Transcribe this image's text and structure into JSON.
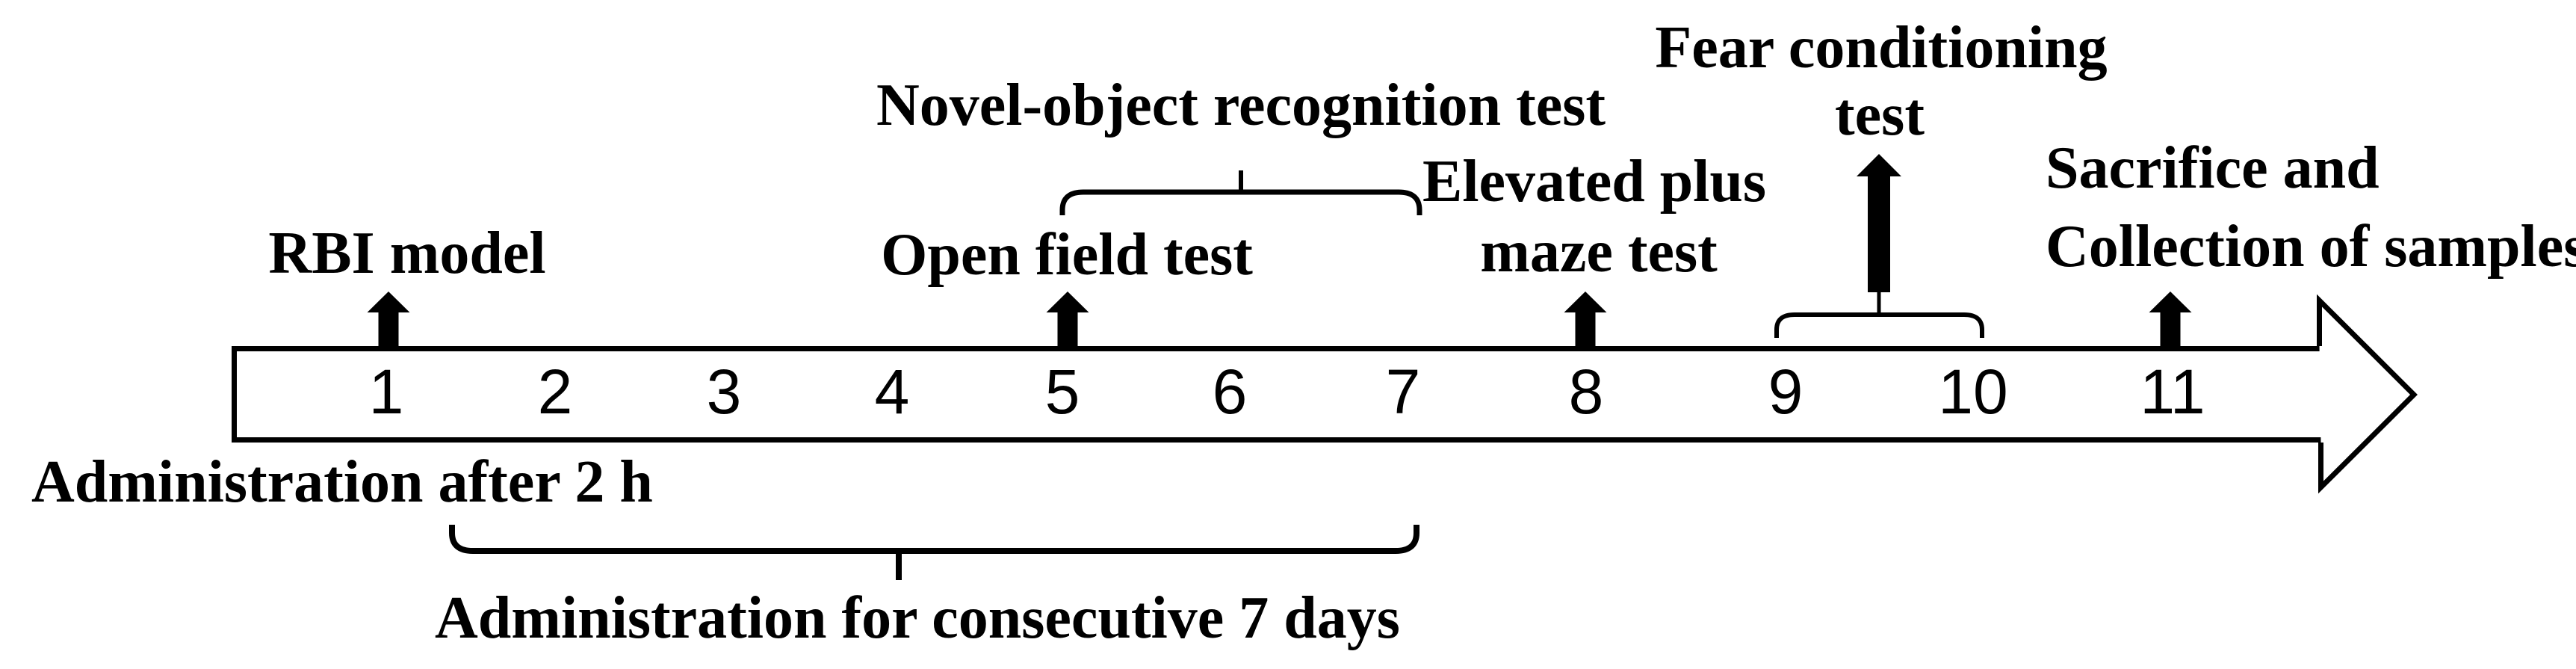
{
  "colors": {
    "ink": "#000000",
    "background": "#ffffff"
  },
  "timeline": {
    "day_labels": [
      "1",
      "2",
      "3",
      "4",
      "5",
      "6",
      "7",
      "8",
      "9",
      "10",
      "11"
    ]
  },
  "events": {
    "rbi_model": {
      "label": "RBI model",
      "day": "1"
    },
    "open_field": {
      "label": "Open field test",
      "day": "5"
    },
    "novel_object": {
      "label": "Novel-object recognition test",
      "days": "5-7"
    },
    "elevated_plus_maze": {
      "label_line1": "Elevated plus",
      "label_line2": "maze test",
      "day": "8"
    },
    "fear_conditioning": {
      "label_line1": "Fear conditioning",
      "label_line2": "test",
      "days": "9-10"
    },
    "sacrifice": {
      "label_line1": "Sacrifice and",
      "label_line2": "Collection of samples",
      "day": "11"
    },
    "administration_after_2h": {
      "label": "Administration after 2 h"
    },
    "administration_7days": {
      "label": "Administration for consecutive 7 days",
      "days": "1-7"
    }
  }
}
